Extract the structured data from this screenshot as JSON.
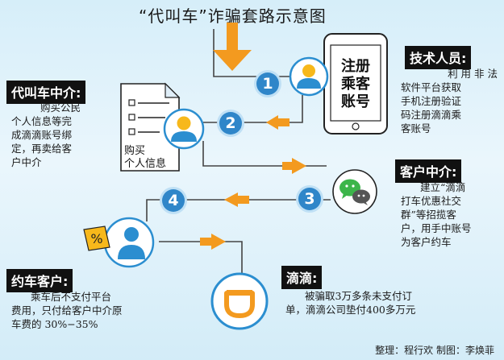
{
  "title": "“代叫车”诈骗套路示意图",
  "steps": [
    "1",
    "2",
    "3",
    "4"
  ],
  "phone": {
    "line1": "注册",
    "line2": "乘客",
    "line3": "账号"
  },
  "doc_caption": {
    "line1": "购买",
    "line2": "个人信息"
  },
  "sections": {
    "tech": {
      "label": "技术人员:",
      "text": [
        "利 用 非 法",
        "软件平台获取",
        "手机注册验证",
        "码注册滴滴乘",
        "客账号"
      ]
    },
    "agent": {
      "label": "代叫车中介:",
      "text": [
        "购买公民",
        "个人信息等完",
        "成滴滴账号绑",
        "定，再卖给客",
        "户中介"
      ]
    },
    "client_agent": {
      "label": "客户中介:",
      "text": [
        "建立“滴滴",
        "打车优惠社交",
        "群”等招揽客",
        "户，用手中账号",
        "为客户约车"
      ]
    },
    "rider": {
      "label": "约车客户:",
      "text": [
        "乘车后不支付平台",
        "费用，只付给客户中介原",
        "车费的 30%−35%"
      ]
    },
    "didi": {
      "label": "滴滴:",
      "text": [
        "被骗取3万多条未支付订",
        "单，滴滴公司垫付400多万元"
      ]
    }
  },
  "credit": "整理：程行欢  制图：李焕菲",
  "colors": {
    "arrow": "#f39a1f",
    "blue": "#2f86c9",
    "label_bg": "#111111",
    "avatar_head": "#f7b81b",
    "avatar_body": "#2b8ed0"
  }
}
